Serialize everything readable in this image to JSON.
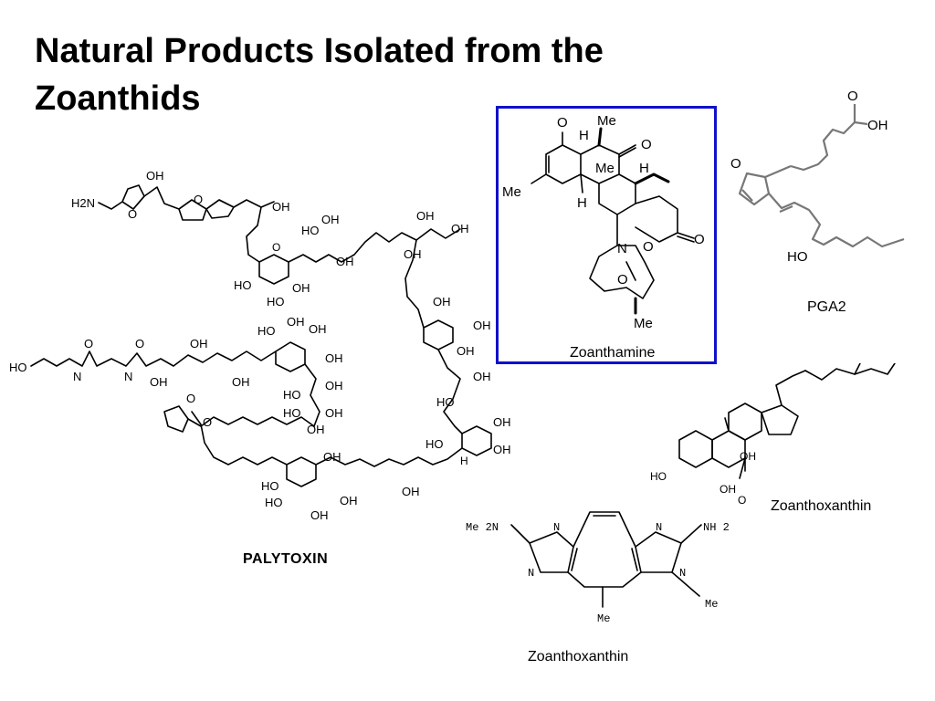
{
  "slide": {
    "title_line1": "Natural Products Isolated from the",
    "title_line2": "Zoanthids"
  },
  "palytoxin": {
    "name": "PALYTOXIN",
    "labels": {
      "nh2": "H2N",
      "oh": "OH",
      "ho": "HO",
      "o": "O",
      "ho_chain": "HO",
      "n": "N",
      "h": "H"
    }
  },
  "zoanthamine": {
    "caption": "Zoanthamine",
    "labels": {
      "o": "O",
      "h": "H",
      "me": "Me",
      "n": "N"
    }
  },
  "pga2": {
    "caption": "PGA2",
    "labels": {
      "o": "O",
      "oh": "OH",
      "ho": "HO"
    }
  },
  "steroid": {
    "caption": "Zoanthoxanthin",
    "labels": {
      "ho": "HO",
      "oh": "OH",
      "o": "O"
    }
  },
  "zoanthoxanthin": {
    "caption": "Zoanthoxanthin",
    "labels": {
      "nme2": "Me 2N",
      "nh2": "NH 2",
      "n": "N",
      "me": "Me"
    }
  },
  "colors": {
    "box_border": "#1010cc",
    "pga2_stroke": "#777777"
  }
}
